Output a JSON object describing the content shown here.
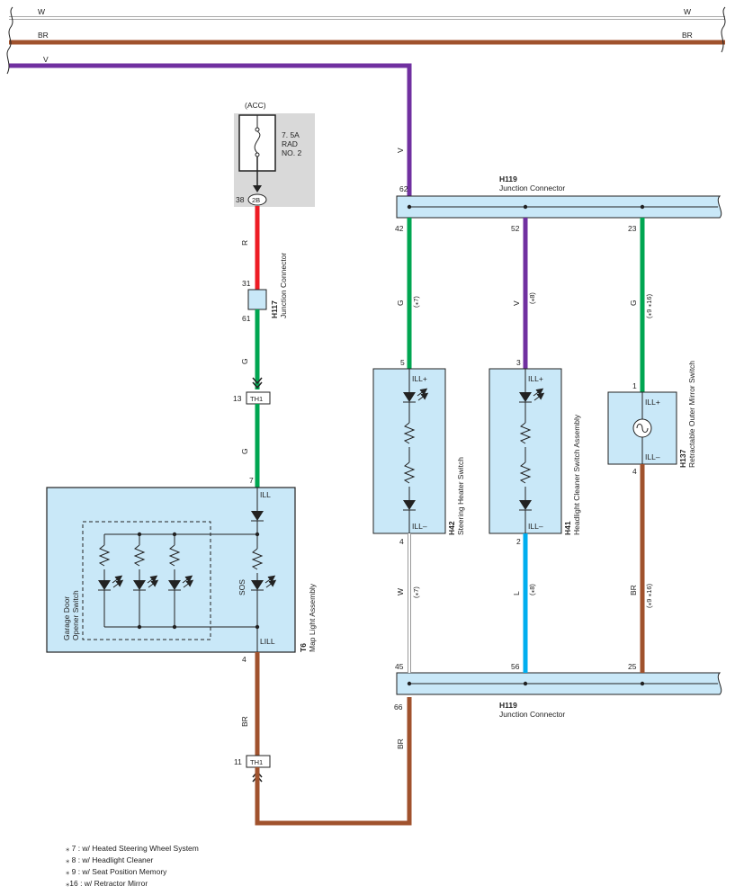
{
  "bus_wires": [
    {
      "color_code": "W",
      "color": "#e6e6e6"
    },
    {
      "color_code": "BR",
      "color": "#a0522d"
    },
    {
      "color_code": "V",
      "color": "#7030a0"
    }
  ],
  "colors": {
    "W": "#e6e6e6",
    "BR": "#a0522d",
    "V": "#7030a0",
    "G": "#00a651",
    "R": "#ed1c24",
    "L": "#00aeef",
    "connector_fill": "#c9e8f8",
    "fuse_box_fill": "#d9d9d9"
  },
  "fuse": {
    "acc_label": "(ACC)",
    "rating": "7. 5A",
    "name_line1": "RAD",
    "name_line2": "NO. 2",
    "pin": "38",
    "connector": "2B"
  },
  "h117": {
    "code": "H117",
    "name": "Junction Connector",
    "pin_top": "31",
    "pin_bottom": "61",
    "wire_top": "R",
    "wire_bottom": "G"
  },
  "th1_top": {
    "code": "TH1",
    "pin": "13",
    "wire": "G"
  },
  "th1_bottom": {
    "code": "TH1",
    "pin": "11"
  },
  "t6": {
    "code": "T6",
    "name": "Map Light Assembly",
    "pin_in": "7",
    "pin_out": "4",
    "ill": "ILL",
    "lill": "LILL",
    "sos": "SOS",
    "sub_line1": "Garage Door",
    "sub_line2": "Opener Switch",
    "wire_out": "BR"
  },
  "h119_top": {
    "code": "H119",
    "name": "Junction Connector",
    "pin_in": "62",
    "wire_in": "V"
  },
  "h119_bottom": {
    "code": "H119",
    "name": "Junction Connector",
    "pin_out": "66",
    "wire_out": "BR"
  },
  "branches": [
    {
      "top_pin": "42",
      "wire_top": "G",
      "cond_top": "(⁎7)",
      "comp_pin_top": "5",
      "comp_pin_bottom": "4",
      "ill_plus": "ILL+",
      "ill_minus": "ILL–",
      "code": "H42",
      "name": "Steering Heater Switch",
      "wire_bottom": "W",
      "cond_bottom": "(⁎7)",
      "bottom_pin": "45"
    },
    {
      "top_pin": "52",
      "wire_top": "V",
      "cond_top": "(⁎8)",
      "comp_pin_top": "3",
      "comp_pin_bottom": "2",
      "ill_plus": "ILL+",
      "ill_minus": "ILL–",
      "code": "H41",
      "name": "Headlight Cleaner Switch Assembly",
      "wire_bottom": "L",
      "cond_bottom": "(⁎8)",
      "bottom_pin": "56"
    },
    {
      "top_pin": "23",
      "wire_top": "G",
      "cond_top": "(⁎9 ⁎16)",
      "comp_pin_top": "1",
      "comp_pin_bottom": "4",
      "ill_plus": "ILL+",
      "ill_minus": "ILL–",
      "code": "H137",
      "name": "Retractable Outer Mirror Switch",
      "wire_bottom": "BR",
      "cond_bottom": "(⁎9 ⁎16)",
      "bottom_pin": "25"
    }
  ],
  "notes": [
    "⁎ 7 : w/ Heated Steering Wheel System",
    "⁎ 8 : w/ Headlight Cleaner",
    "⁎ 9 : w/ Seat Position Memory",
    "⁎16 : w/ Retractor Mirror"
  ]
}
